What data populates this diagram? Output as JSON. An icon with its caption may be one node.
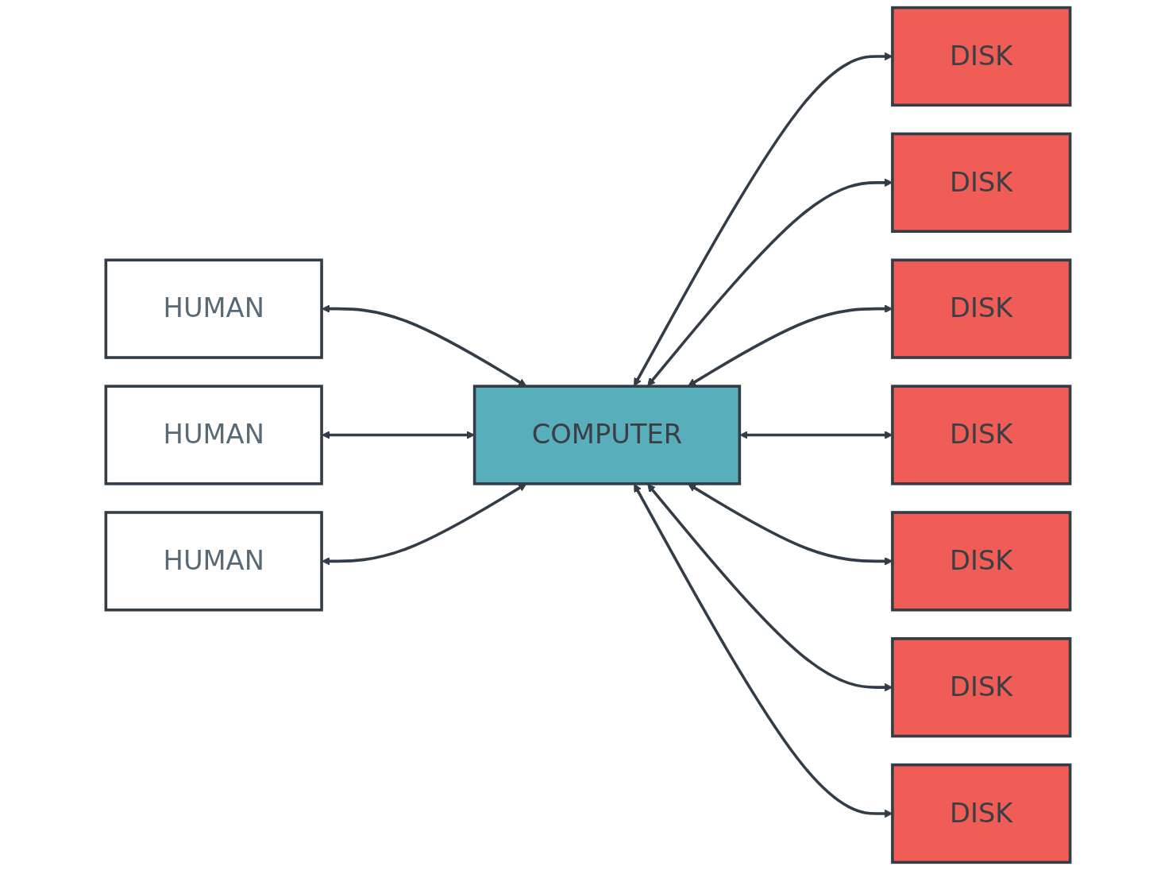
{
  "diagram": {
    "nodes": [
      {
        "text": [
          "HUMAN"
        ]
      },
      {
        "text": [
          "HUMAN"
        ]
      },
      {
        "text": [
          "HUMAN"
        ]
      },
      {
        "text": [
          "COMPUTER"
        ]
      },
      {
        "text": [
          "DISK"
        ]
      },
      {
        "text": [
          "DISK"
        ]
      },
      {
        "text": [
          "DISK"
        ]
      },
      {
        "text": [
          "DISK"
        ]
      },
      {
        "text": [
          "DISK"
        ]
      },
      {
        "text": [
          "DISK"
        ]
      },
      {
        "text": [
          "DISK"
        ]
      }
    ],
    "edges": [
      {
        "from": 0,
        "to": 3,
        "arrow": "both"
      },
      {
        "from": 1,
        "to": 3,
        "arrow": "both"
      },
      {
        "from": 2,
        "to": 3,
        "arrow": "both"
      },
      {
        "from": 3,
        "to": 4,
        "arrow": "both"
      },
      {
        "from": 3,
        "to": 5,
        "arrow": "both"
      },
      {
        "from": 3,
        "to": 6,
        "arrow": "both"
      },
      {
        "from": 3,
        "to": 7,
        "arrow": "both"
      },
      {
        "from": 3,
        "to": 8,
        "arrow": "both"
      },
      {
        "from": 3,
        "to": 9,
        "arrow": "both"
      },
      {
        "from": 3,
        "to": 10,
        "arrow": "both"
      }
    ]
  }
}
